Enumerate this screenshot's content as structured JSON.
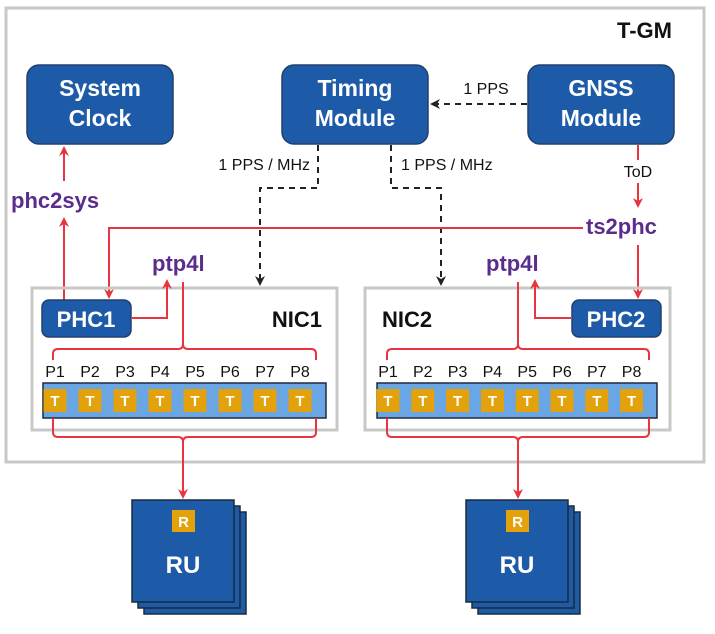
{
  "diagram": {
    "container_label": "T-GM",
    "blocks": {
      "system_clock": [
        "System",
        "Clock"
      ],
      "timing_module": [
        "Timing",
        "Module"
      ],
      "gnss_module": [
        "GNSS",
        "Module"
      ]
    },
    "signals": {
      "gnss_to_timing": "1 PPS",
      "timing_to_nic1": "1 PPS / MHz",
      "timing_to_nic2": "1 PPS / MHz",
      "gnss_tod": "ToD"
    },
    "processes": {
      "phc2sys": "phc2sys",
      "ts2phc": "ts2phc",
      "ptp4l_nic1": "ptp4l",
      "ptp4l_nic2": "ptp4l"
    },
    "nics": [
      {
        "label": "NIC1",
        "phc": "PHC1",
        "ports": [
          "P1",
          "P2",
          "P3",
          "P4",
          "P5",
          "P6",
          "P7",
          "P8"
        ],
        "port_role": "T"
      },
      {
        "label": "NIC2",
        "phc": "PHC2",
        "ports": [
          "P1",
          "P2",
          "P3",
          "P4",
          "P5",
          "P6",
          "P7",
          "P8"
        ],
        "port_role": "T"
      }
    ],
    "radio_units": [
      {
        "label": "RU",
        "role": "R"
      },
      {
        "label": "RU",
        "role": "R"
      }
    ],
    "colors": {
      "block_blue": "#1d5aa8",
      "process_purple": "#5a2d8c",
      "link_red": "#e8343f",
      "port_bar_blue": "#6aa5e4",
      "port_chip_orange": "#e3a10b",
      "container_gray": "#c8c8c6"
    }
  }
}
